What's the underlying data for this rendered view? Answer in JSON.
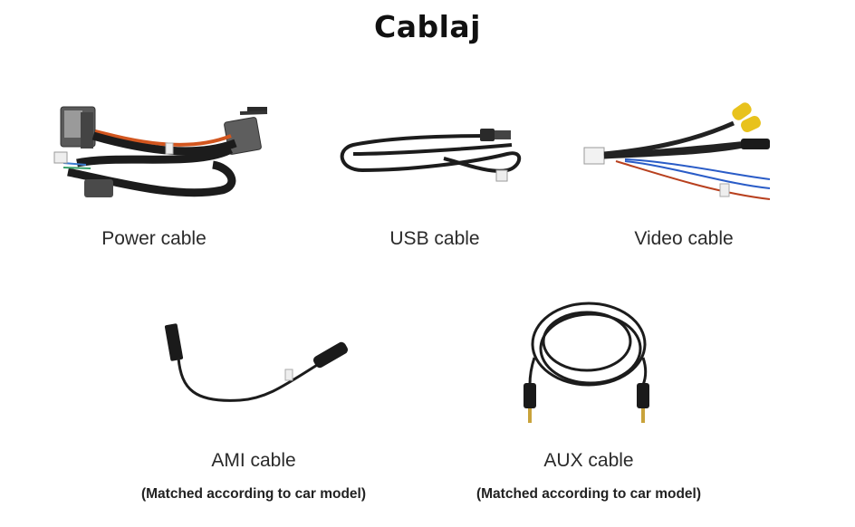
{
  "title": "Cablaj",
  "items": [
    {
      "label": "Power cable",
      "note": ""
    },
    {
      "label": "USB cable",
      "note": ""
    },
    {
      "label": "Video cable",
      "note": ""
    },
    {
      "label": "AMI cable",
      "note": "(Matched according to car model)"
    },
    {
      "label": "AUX cable",
      "note": "(Matched according to car model)"
    }
  ],
  "colors": {
    "background": "#ffffff",
    "title": "#111111",
    "label": "#2a2a2a",
    "cable": "#1c1c1c",
    "rca_yellow": "#e8c21c"
  }
}
